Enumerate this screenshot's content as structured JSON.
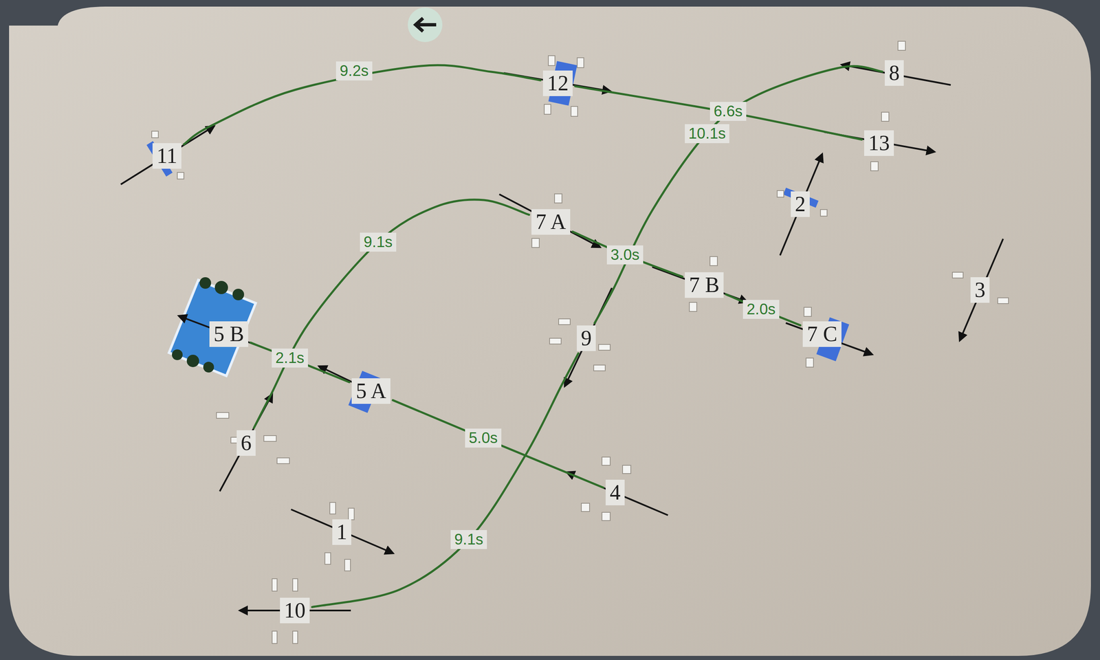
{
  "diagram": {
    "nodes": [
      {
        "text": [
          "11"
        ]
      },
      {
        "text": [
          "12"
        ]
      },
      {
        "text": [
          "8"
        ]
      },
      {
        "text": [
          "13"
        ]
      },
      {
        "text": [
          "2"
        ]
      },
      {
        "text": [
          "7 A"
        ]
      },
      {
        "text": [
          "3"
        ]
      },
      {
        "text": [
          "7 B"
        ]
      },
      {
        "text": [
          "5 B"
        ]
      },
      {
        "text": [
          "7 C"
        ]
      },
      {
        "text": [
          "9"
        ]
      },
      {
        "text": [
          "5 A"
        ]
      },
      {
        "text": [
          "6"
        ]
      },
      {
        "text": [
          "4"
        ]
      },
      {
        "text": [
          "1"
        ]
      },
      {
        "text": [
          "10"
        ]
      }
    ],
    "edges": [
      {
        "from": 0,
        "to": 1,
        "arrow": "none",
        "label": "9.2s"
      },
      {
        "from": 1,
        "to": 3,
        "arrow": "none",
        "label": "6.6s"
      },
      {
        "from": 2,
        "to": 10,
        "arrow": "none",
        "label": "10.1s"
      },
      {
        "from": 10,
        "to": 15,
        "arrow": "none",
        "label": "9.1s"
      },
      {
        "from": 12,
        "to": 5,
        "arrow": "none",
        "label": "9.1s"
      },
      {
        "from": 13,
        "to": 11,
        "arrow": "none",
        "label": "5.0s"
      },
      {
        "from": 11,
        "to": 8,
        "arrow": "none",
        "label": "2.1s"
      },
      {
        "from": 5,
        "to": 7,
        "arrow": "none",
        "label": "3.0s"
      },
      {
        "from": 7,
        "to": 9,
        "arrow": "none",
        "label": "2.0s"
      }
    ]
  }
}
